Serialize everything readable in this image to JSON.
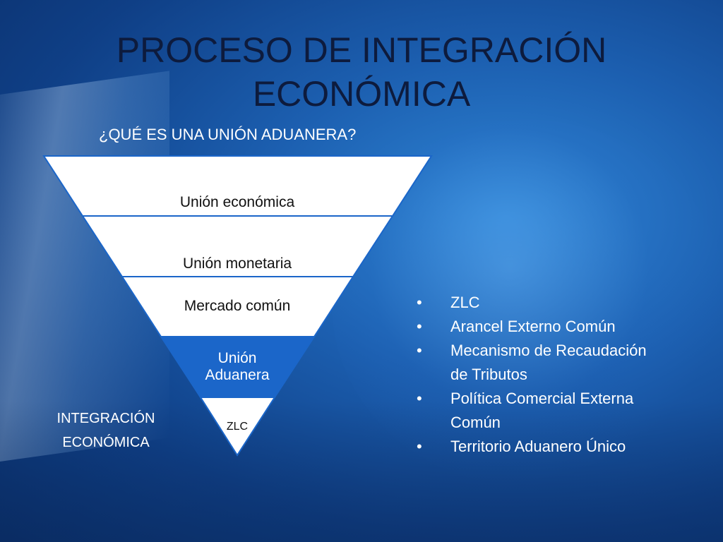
{
  "title_line1": "PROCESO DE INTEGRACIÓN",
  "title_line2": "ECONÓMICA",
  "subtitle": "¿QUÉ ES UNA UNIÓN ADUANERA?",
  "pyramid": {
    "layers": [
      {
        "label": "Unión económica",
        "color": "#ffffff"
      },
      {
        "label": "Unión monetaria",
        "color": "#ffffff"
      },
      {
        "label": "Mercado común",
        "color": "#ffffff"
      },
      {
        "label_line1": "Unión",
        "label_line2": "Aduanera",
        "color": "#1b66c9"
      },
      {
        "label": "ZLC",
        "color": "#ffffff"
      }
    ],
    "side_label_line1": "INTEGRACIÓN",
    "side_label_line2": "ECONÓMICA"
  },
  "bullets": [
    {
      "marker": "•",
      "line1": "ZLC",
      "line2": ""
    },
    {
      "marker": "•",
      "line1": "Arancel Externo Común",
      "line2": ""
    },
    {
      "marker": "•",
      "line1": "Mecanismo de Recaudación",
      "line2": "de Tributos"
    },
    {
      "marker": "•",
      "line1": "Política Comercial Externa",
      "line2": "Común"
    },
    {
      "marker": "•",
      "line1": "Territorio Aduanero Único",
      "line2": ""
    }
  ]
}
